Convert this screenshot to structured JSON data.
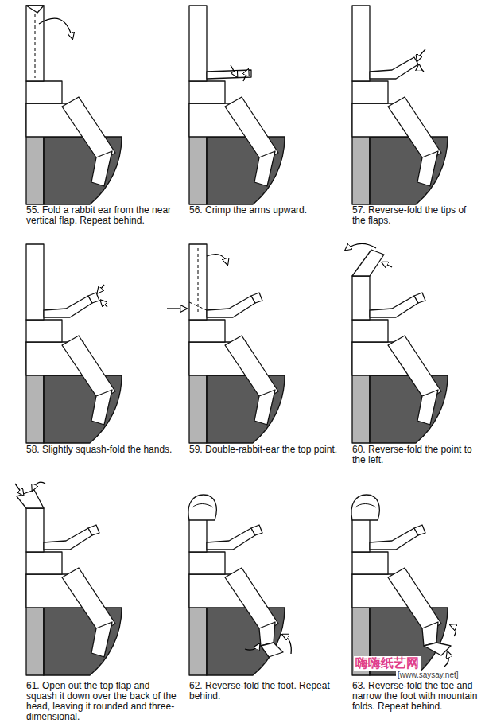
{
  "diagram": {
    "labels": [
      "55. Fold a rabbit ear from the near vertical flap. Repeat behind.",
      "56. Crimp the arms upward.",
      "57. Reverse-fold the tips of the flaps.",
      "58. Slightly squash-fold the hands.",
      "59. Double-rabbit-ear the top point.",
      "60. Reverse-fold the point to the left.",
      "61. Open out the top flap and squash it down over the back of the head, leaving it rounded and three-dimensional.",
      "62. Reverse-fold the foot. Repeat behind.",
      "63. Reverse-fold the toe and narrow the foot with mountain folds. Repeat behind.",
      "嗨嗨纸艺网",
      "[www.saysay.net]"
    ]
  }
}
